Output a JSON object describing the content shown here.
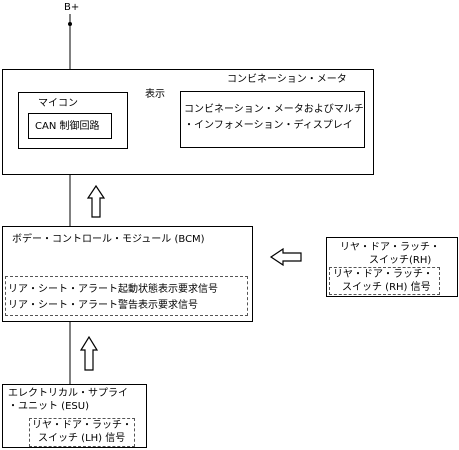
{
  "power": {
    "label": "B+"
  },
  "meter": {
    "title": "コンビネーション・メータ",
    "micro": {
      "label": "マイコン",
      "can_label": "CAN 制御回路"
    },
    "display_arrow_label": "表示",
    "display": {
      "line1": "コンビネーション・メータおよびマルチ",
      "line2": "・インフォメーション・ディスプレイ"
    }
  },
  "bcm": {
    "title": "ボデー・コントロール・モジュール (BCM)",
    "signals": [
      "リア・シート・アラート起動状態表示要求信号",
      "リア・シート・アラート警告表示要求信号"
    ]
  },
  "rh_switch": {
    "line1": "リヤ・ドア・ラッチ・",
    "line2": "スイッチ(RH)",
    "signal_line1": "リヤ・ドア・ラッチ・",
    "signal_line2": "スイッチ (RH) 信号"
  },
  "esu": {
    "line1": "エレクトリカル・サプライ",
    "line2": "・ユニット (ESU)",
    "signal_line1": "リヤ・ドア・ラッチ・",
    "signal_line2": "スイッチ (LH) 信号"
  }
}
